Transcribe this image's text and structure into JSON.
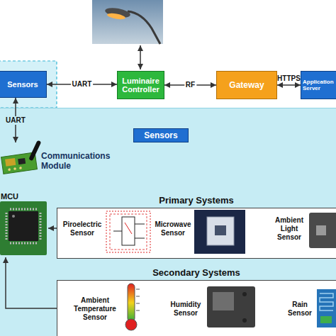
{
  "diagram": {
    "nodes": [
      {
        "text": [
          "Sensors"
        ]
      },
      {
        "text": [
          "Luminaire Controller"
        ]
      },
      {
        "text": [
          "Gateway"
        ]
      },
      {
        "text": [
          "Application Server"
        ]
      },
      {
        "text": [
          "Sensors"
        ]
      },
      {
        "text": [
          "Communications Module"
        ],
        "in": 4
      },
      {
        "text": [
          "MCU"
        ],
        "in": 4
      },
      {
        "text": [
          "Primary Systems"
        ],
        "in": 4
      },
      {
        "text": [
          "Piroelectric Sensor"
        ],
        "in": 7
      },
      {
        "text": [
          "Microwave Sensor"
        ],
        "in": 7
      },
      {
        "text": [
          "Ambient Light Sensor"
        ],
        "in": 7
      },
      {
        "text": [
          "Secondary Systems"
        ],
        "in": 4
      },
      {
        "text": [
          "Ambient Temperature Sensor"
        ],
        "in": 11
      },
      {
        "text": [
          "Humidity Sensor"
        ],
        "in": 11
      },
      {
        "text": [
          "Rain Sensor"
        ],
        "in": 11
      }
    ],
    "edges": [
      {
        "from": 0,
        "to": 1,
        "label": "UART",
        "arrow": "both"
      },
      {
        "from": 1,
        "to": 2,
        "label": "RF",
        "arrow": "both"
      },
      {
        "from": 2,
        "to": 3,
        "label": "HTTPS",
        "arrow": "both"
      },
      {
        "from": 0,
        "to": 5,
        "label": "UART",
        "arrow": "both"
      },
      {
        "from": 7,
        "to": 6,
        "arrow": "to"
      },
      {
        "from": 11,
        "to": 6,
        "arrow": "to"
      }
    ]
  }
}
